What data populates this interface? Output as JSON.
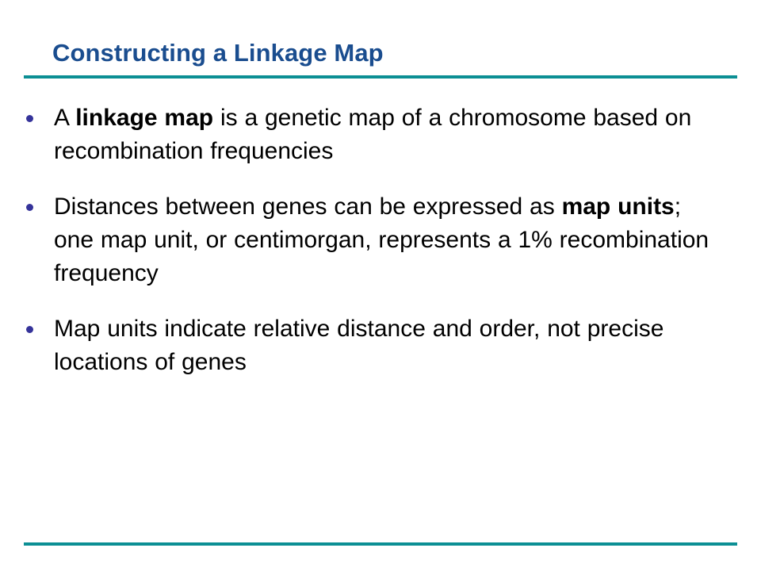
{
  "slide": {
    "title": "Constructing a Linkage Map",
    "title_color": "#1a4d8f",
    "rule_color": "#0c8f94",
    "bullet_color": "#35339a",
    "background_color": "#ffffff",
    "body_text_color": "#000000",
    "bullets": [
      {
        "id": "bullet-linkage-map-definition",
        "segments": [
          {
            "text": "A ",
            "bold": false
          },
          {
            "text": "linkage map",
            "bold": true
          },
          {
            "text": " is a genetic map of a chromosome based on recombination frequencies",
            "bold": false
          }
        ],
        "plain": "A linkage map is a genetic map of a chromosome based on recombination frequencies"
      },
      {
        "id": "bullet-map-units-definition",
        "segments": [
          {
            "text": "Distances between genes can be expressed as ",
            "bold": false
          },
          {
            "text": "map units",
            "bold": true
          },
          {
            "text": "; one map unit, or centimorgan, represents a 1% recombination frequency",
            "bold": false
          }
        ],
        "plain": "Distances between genes can be expressed as map units; one map unit, or centimorgan, represents a 1% recombination frequency"
      },
      {
        "id": "bullet-map-units-relative",
        "segments": [
          {
            "text": "Map units indicate relative distance and order, not precise locations of genes",
            "bold": false
          }
        ],
        "plain": "Map units indicate relative distance and order, not precise locations of genes"
      }
    ]
  }
}
